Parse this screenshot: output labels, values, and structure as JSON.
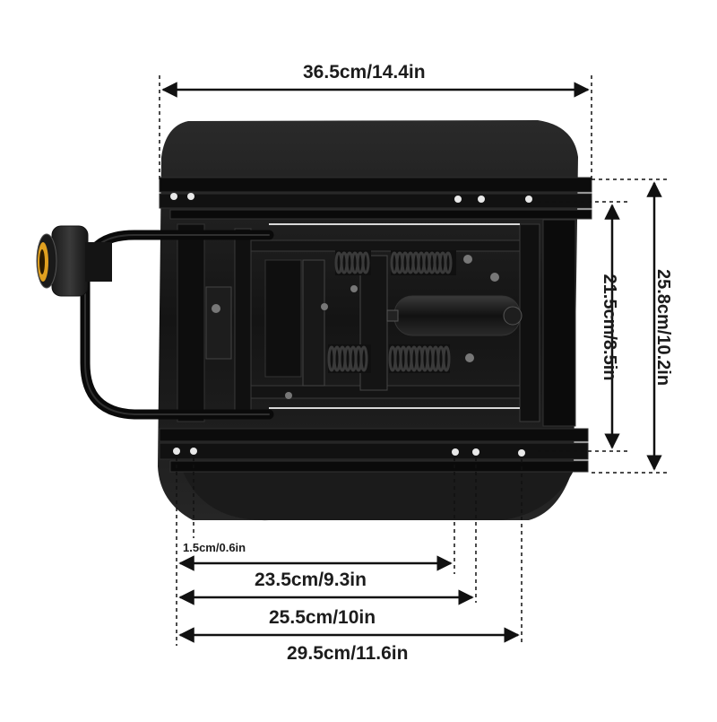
{
  "product": {
    "subject": "seat-slide-rails-with-suspension"
  },
  "dimensions": {
    "overall_width": "36.5cm/14.4in",
    "rail_spacing_inner": "21.5cm/8.5in",
    "rail_spacing_outer": "25.8cm/10.2in",
    "hole_offset": "1.5cm/0.6in",
    "hole_spacing_1": "23.5cm/9.3in",
    "hole_spacing_2": "25.5cm/10in",
    "hole_spacing_3": "29.5cm/11.6in"
  },
  "colors": {
    "background": "#ffffff",
    "seat": "#151515",
    "metal": "#0c0c0c",
    "spring": "#2a2a2a",
    "knob_accent": "#e0a020",
    "dimension_line": "#111111"
  }
}
